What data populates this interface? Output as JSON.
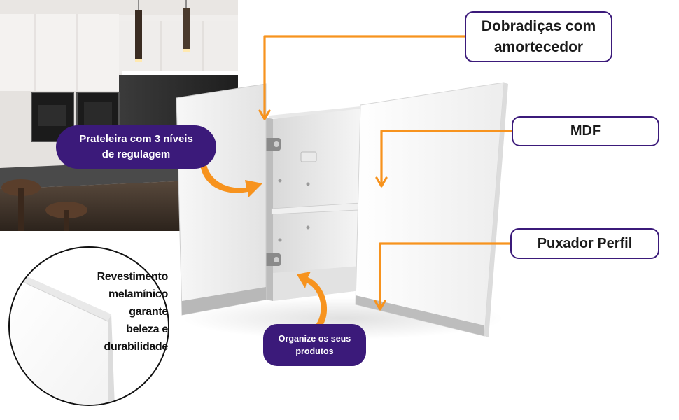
{
  "callouts": {
    "hinges": [
      "Dobradiças com",
      "amortecedor"
    ],
    "mdf": "MDF",
    "handle": "Puxador Perfil",
    "shelf": [
      "Prateleira com 3 níveis",
      "de regulagem"
    ],
    "organize": [
      "Organize os seus",
      "produtos"
    ]
  },
  "detail": {
    "lines": [
      "Revestimento",
      "melamínico",
      "garante",
      "beleza e",
      "durabilidade"
    ]
  },
  "colors": {
    "accent_orange": "#f7931e",
    "brand_purple": "#3b1a7a"
  },
  "icons": {
    "kitchen_photo": "kitchen-photo",
    "cabinet": "cabinet-image",
    "arrows": "arrow-icon"
  }
}
